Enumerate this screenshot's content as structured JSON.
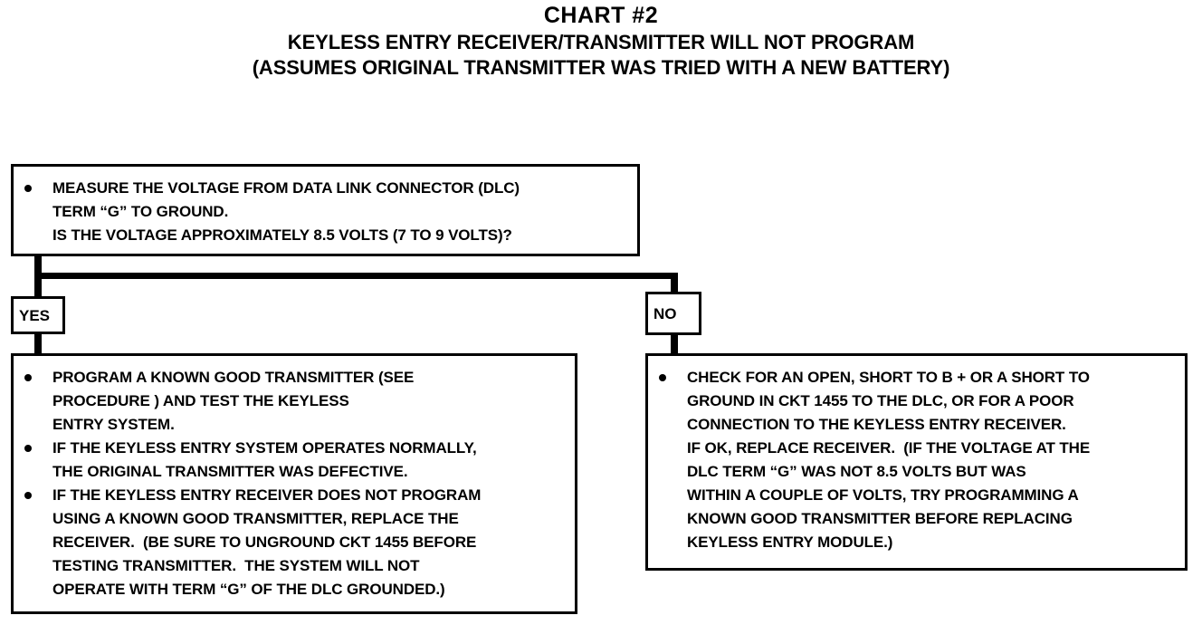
{
  "title": {
    "chart_title": "CHART #2",
    "subtitle_line_1": "KEYLESS ENTRY RECEIVER/TRANSMITTER WILL NOT PROGRAM",
    "subtitle_line_2": "(ASSUMES ORIGINAL TRANSMITTER WAS TRIED WITH A NEW BATTERY)"
  },
  "flowchart": {
    "decision": {
      "bullets": [
        {
          "lines": [
            "MEASURE THE VOLTAGE FROM DATA LINK CONNECTOR (DLC)",
            "TERM “G” TO GROUND.",
            "IS THE VOLTAGE APPROXIMATELY 8.5 VOLTS (7 TO 9 VOLTS)?"
          ]
        }
      ]
    },
    "branches": {
      "yes_label": "YES",
      "no_label": "NO"
    },
    "yes_outcome": {
      "bullets": [
        {
          "lines": [
            "PROGRAM A KNOWN GOOD TRANSMITTER (SEE",
            "PROCEDURE ) AND TEST THE KEYLESS",
            "ENTRY SYSTEM."
          ]
        },
        {
          "lines": [
            "IF THE KEYLESS ENTRY SYSTEM OPERATES NORMALLY,",
            "THE ORIGINAL TRANSMITTER WAS DEFECTIVE."
          ]
        },
        {
          "lines": [
            "IF THE KEYLESS ENTRY RECEIVER DOES NOT PROGRAM",
            "USING A KNOWN GOOD TRANSMITTER, REPLACE THE",
            "RECEIVER.  (BE SURE TO UNGROUND CKT 1455 BEFORE",
            "TESTING TRANSMITTER.  THE SYSTEM WILL NOT",
            "OPERATE WITH TERM “G” OF THE DLC GROUNDED.)"
          ]
        }
      ]
    },
    "no_outcome": {
      "bullets": [
        {
          "lines": [
            "CHECK FOR AN OPEN, SHORT TO B + OR A SHORT TO",
            "GROUND IN CKT 1455 TO THE DLC, OR FOR A POOR",
            "CONNECTION TO THE KEYLESS ENTRY RECEIVER.",
            "IF OK, REPLACE RECEIVER.  (IF THE VOLTAGE AT THE",
            "DLC TERM “G” WAS NOT 8.5 VOLTS BUT WAS",
            "WITHIN A COUPLE OF VOLTS, TRY PROGRAMMING A",
            "KNOWN GOOD TRANSMITTER BEFORE REPLACING",
            "KEYLESS ENTRY MODULE.)"
          ]
        }
      ]
    }
  },
  "colors": {
    "ink": "#000000",
    "paper": "#ffffff"
  }
}
